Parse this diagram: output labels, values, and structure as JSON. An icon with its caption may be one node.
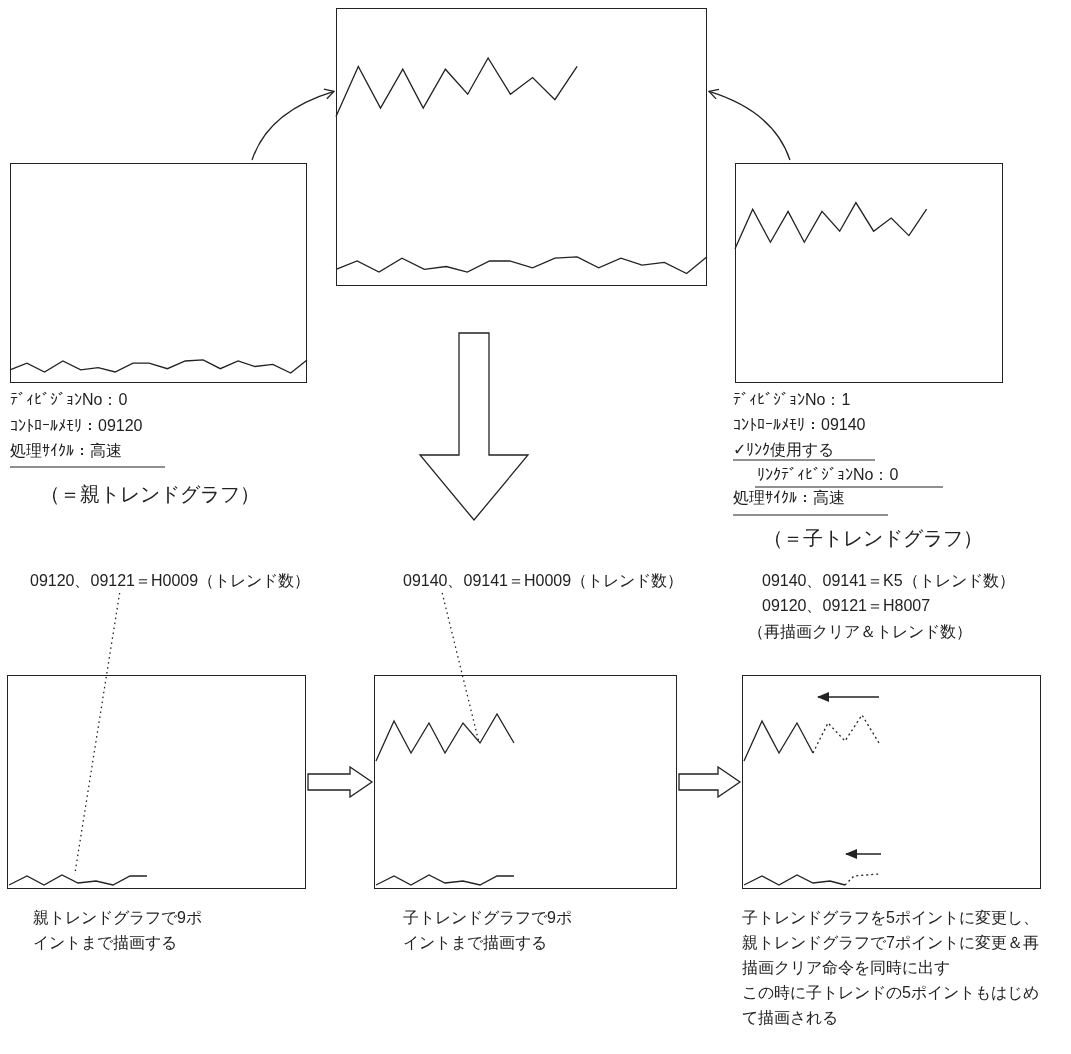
{
  "diagram": {
    "nodes": [
      {
        "text": [],
        "shape": "box",
        "beside": [
          "ﾃﾞｨﾋﾞｼﾞｮﾝNo：0",
          "ｺﾝﾄﾛｰﾙﾒﾓﾘ：09120",
          "処理ｻｲｸﾙ：高速",
          "（＝親トレンドグラフ）"
        ]
      },
      {
        "text": [],
        "shape": "box"
      },
      {
        "text": [],
        "shape": "box",
        "beside": [
          "ﾃﾞｨﾋﾞｼﾞｮﾝNo：1",
          "ｺﾝﾄﾛｰﾙﾒﾓﾘ：09140",
          "✓ﾘﾝｸ使用する",
          "ﾘﾝｸﾃﾞｨﾋﾞｼﾞｮﾝNo：0",
          "処理ｻｲｸﾙ：高速",
          "（＝子トレンドグラフ）"
        ]
      },
      {
        "text": [
          "09120、09121＝H0009（トレンド数）"
        ]
      },
      {
        "text": [],
        "shape": "box",
        "beside": [
          "親トレンドグラフで9ポイントまで描画する"
        ]
      },
      {
        "text": [],
        "shape": "line",
        "in": 4
      },
      {
        "text": [
          "09140、09141＝H0009（トレンド数）"
        ]
      },
      {
        "text": [],
        "shape": "box",
        "beside": [
          "子トレンドグラフで9ポイントまで描画する"
        ]
      },
      {
        "text": [],
        "shape": "line",
        "in": 7
      },
      {
        "text": [],
        "shape": "box",
        "beside": [
          "子トレンドグラフを5ポイントに変更し、親トレンドグラフで7ポイントに変更＆再描画クリア命令を同時に出す",
          "この時に子トレンドの5ポイントもはじめて描画される"
        ]
      }
    ],
    "edges": [
      {
        "from": 0,
        "to": 1,
        "arrow": "to"
      },
      {
        "from": 2,
        "to": 1,
        "arrow": "to"
      },
      {
        "from": 3,
        "to": 5,
        "arrow": "none",
        "style": "dashed"
      },
      {
        "from": 6,
        "to": 8,
        "arrow": "none",
        "style": "dashed"
      },
      {
        "from": 4,
        "to": 7,
        "arrow": "to"
      },
      {
        "from": 7,
        "to": 9,
        "arrow": "to"
      }
    ],
    "labels": [
      "09140、09141＝K5（トレンド数）",
      "09120、09121＝H8007",
      "（再描画クリア＆トレンド数）"
    ]
  }
}
